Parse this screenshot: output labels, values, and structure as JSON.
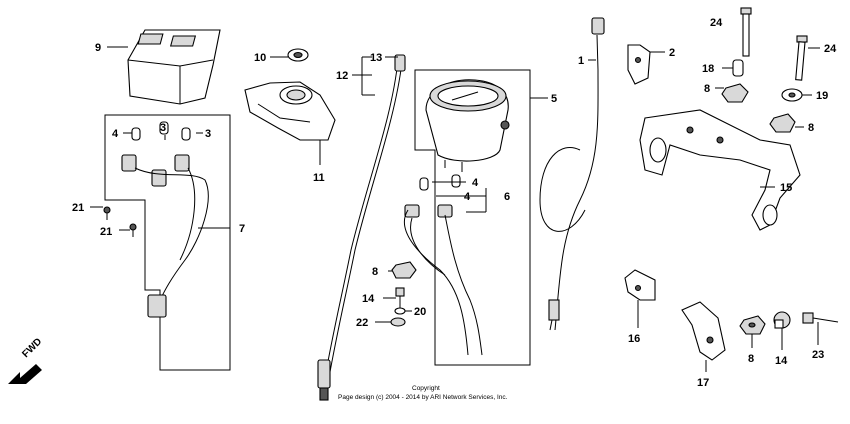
{
  "diagram": {
    "callouts": {
      "p1": "1",
      "p2": "2",
      "p3a": "3",
      "p3b": "3",
      "p4a": "4",
      "p4b": "4",
      "p4c": "4",
      "p5": "5",
      "p6": "6",
      "p7": "7",
      "p8a": "8",
      "p8b": "8",
      "p8c": "8",
      "p8d": "8",
      "p9": "9",
      "p10": "10",
      "p11": "11",
      "p12": "12",
      "p13": "13",
      "p14a": "14",
      "p14b": "14",
      "p15": "15",
      "p16": "16",
      "p17": "17",
      "p18": "18",
      "p19": "19",
      "p20": "20",
      "p21a": "21",
      "p21b": "21",
      "p22": "22",
      "p23": "23",
      "p24a": "24",
      "p24b": "24"
    },
    "fwd_label": "FWD",
    "copyright_line1": "Copyright",
    "copyright_line2": "Page design (c) 2004 - 2014 by ARI Network Services, Inc."
  }
}
